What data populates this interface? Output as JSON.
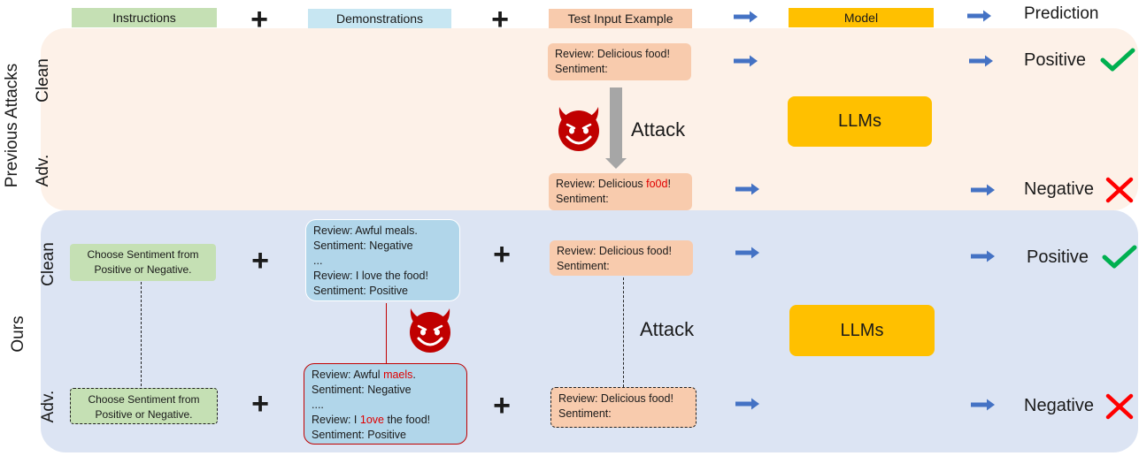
{
  "header": {
    "instructions": "Instructions",
    "demonstrations": "Demonstrations",
    "test_input": "Test Input Example",
    "model": "Model",
    "prediction": "Prediction"
  },
  "sections": {
    "previous": {
      "label": "Previous Attacks",
      "clean_label": "Clean",
      "adv_label": "Adv.",
      "clean_test": {
        "line1": "Review: Delicious food!",
        "line2": "Sentiment:"
      },
      "adv_test": {
        "line1_pre": "Review: Delicious ",
        "line1_red": "fo0d",
        "line1_post": "!",
        "line2": "Sentiment:"
      },
      "attack_label": "Attack",
      "model": "LLMs",
      "clean_pred": "Positive",
      "adv_pred": "Negative"
    },
    "ours": {
      "label": "Ours",
      "clean_label": "Clean",
      "adv_label": "Adv.",
      "instruction": "Choose Sentiment from Positive or Negative.",
      "clean_demo": {
        "l1": "Review: Awful meals.",
        "l2": "Sentiment: Negative",
        "l3": "...",
        "l4": "Review: I love the food!",
        "l5": "Sentiment: Positive"
      },
      "adv_demo": {
        "l1_pre": "Review: Awful ",
        "l1_red": "maels",
        "l1_post": ".",
        "l2": "Sentiment: Negative",
        "l3": "....",
        "l4_pre": "Review: I ",
        "l4_red": "1ove",
        "l4_post": " the food!",
        "l5": "Sentiment: Positive"
      },
      "clean_test": {
        "line1": "Review: Delicious food!",
        "line2": "Sentiment:"
      },
      "adv_test": {
        "line1": "Review: Delicious food!",
        "line2": "Sentiment:"
      },
      "attack_label": "Attack",
      "model": "LLMs",
      "clean_pred": "Positive",
      "adv_pred": "Negative"
    }
  },
  "colors": {
    "instructions": "#c5e0b4",
    "demonstrations": "#b1d6ea",
    "test_input": "#f8cbad",
    "model": "#ffc000",
    "arrow": "#4472c4",
    "check": "#00b050",
    "cross": "#ff0000",
    "devil": "#c00000"
  },
  "icons": [
    "plus-icon",
    "arrow-right-icon",
    "check-icon",
    "cross-icon",
    "devil-icon",
    "arrow-down-icon"
  ]
}
